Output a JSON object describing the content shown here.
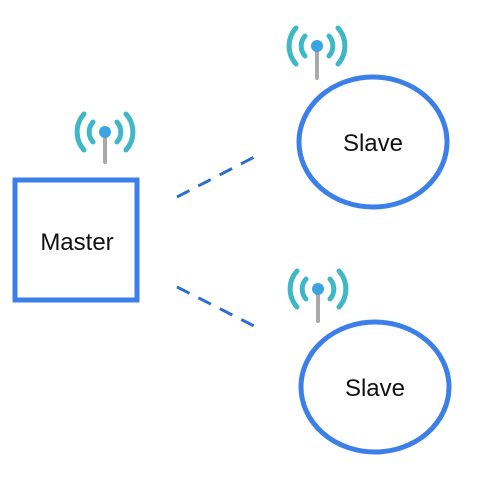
{
  "nodes": {
    "master": {
      "label": "Master"
    },
    "slave_top": {
      "label": "Slave"
    },
    "slave_bottom": {
      "label": "Slave"
    }
  },
  "icons": {
    "wireless": "wifi-broadcast-icon"
  },
  "colors": {
    "node_border": "#3D7FE8",
    "link": "#2F6FCC",
    "signal_wave": "#3FB7C6",
    "signal_core": "#3AA3E0",
    "antenna_mast": "#A9A9A9",
    "label_text": "#111111"
  }
}
